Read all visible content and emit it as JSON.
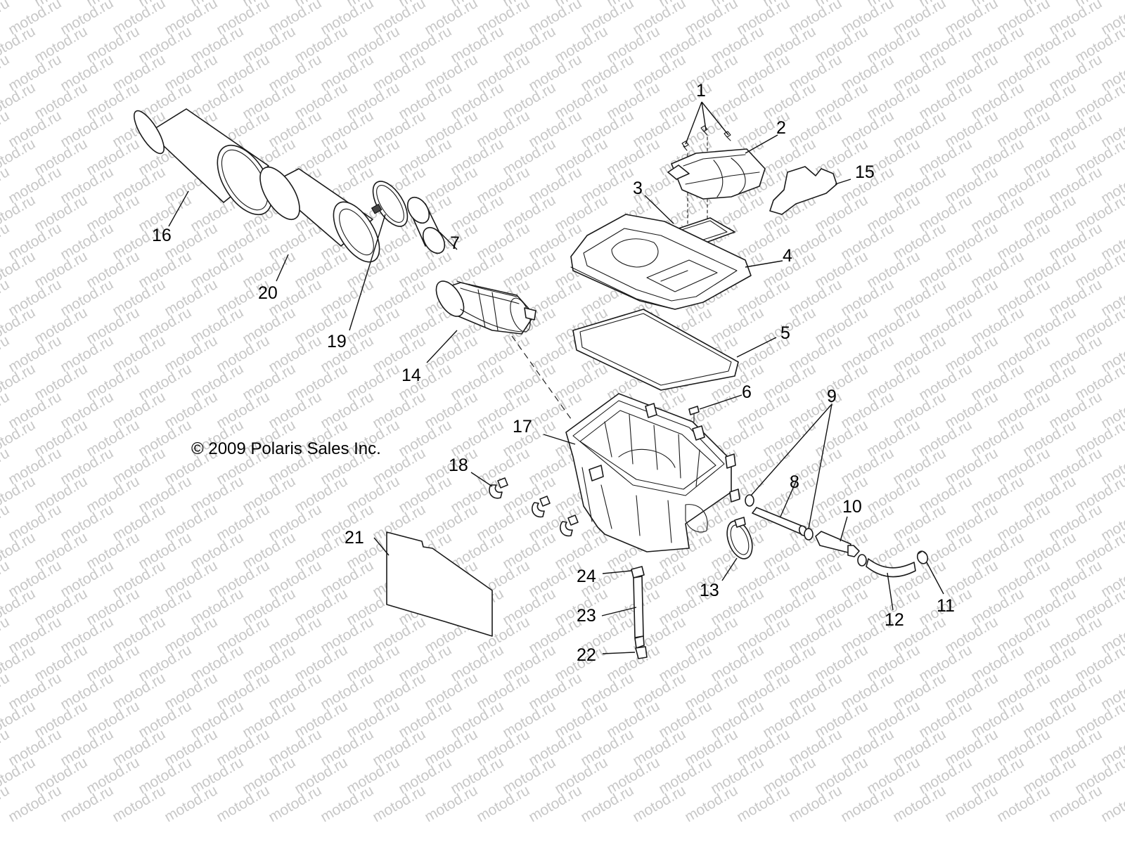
{
  "watermark": {
    "text": "motod.ru",
    "color": "#c8c8c8"
  },
  "copyright": "© 2009 Polaris Sales Inc.",
  "callouts": [
    "1",
    "2",
    "3",
    "4",
    "5",
    "6",
    "7",
    "8",
    "9",
    "10",
    "11",
    "12",
    "13",
    "14",
    "15",
    "16",
    "17",
    "18",
    "19",
    "20",
    "21",
    "22",
    "23",
    "24"
  ],
  "colors": {
    "line": "#1a1a1a",
    "background": "#ffffff"
  }
}
